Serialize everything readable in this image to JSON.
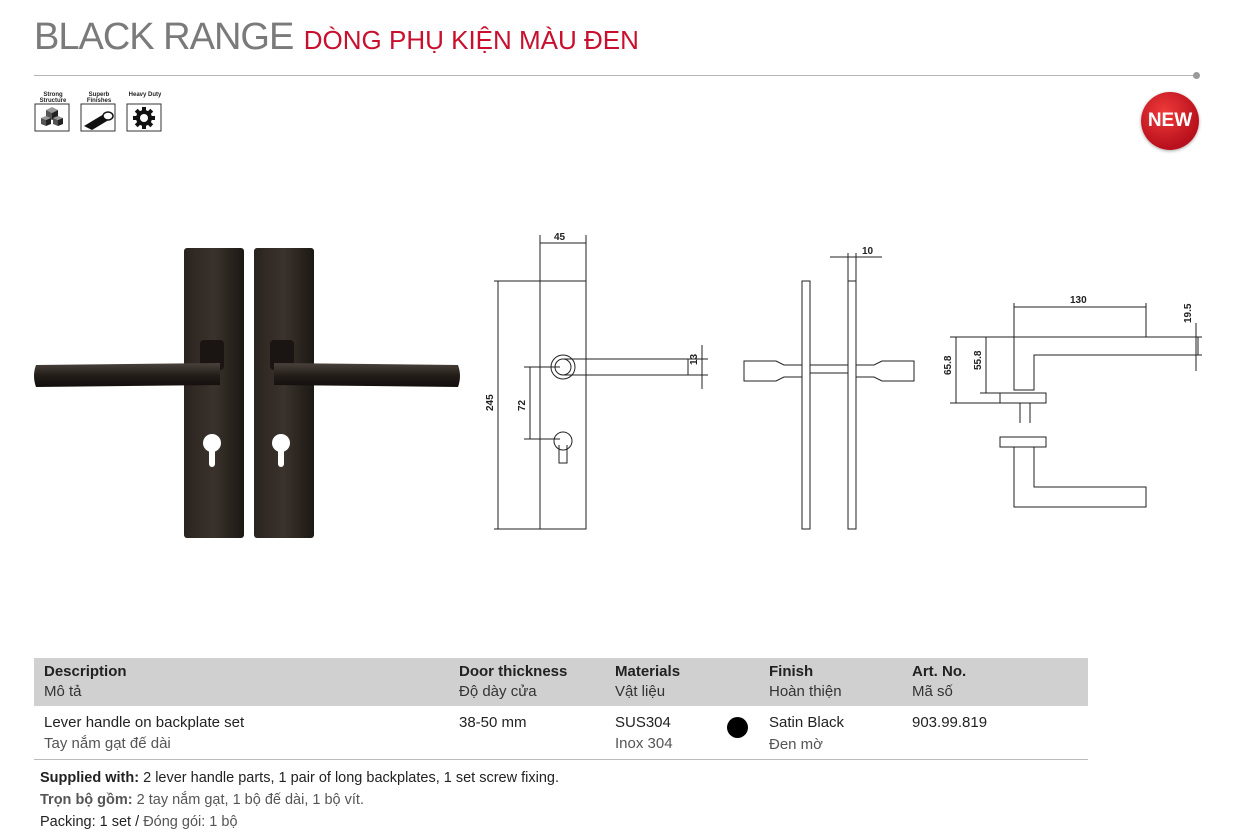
{
  "header": {
    "title": "BLACK RANGE",
    "subtitle": "DÒNG PHỤ KIỆN MÀU ĐEN",
    "new_badge": "NEW"
  },
  "badges": [
    {
      "label1": "Strong",
      "label2": "Structure",
      "icon": "cubes-icon"
    },
    {
      "label1": "Superb",
      "label2": "Finishes",
      "icon": "roller-icon"
    },
    {
      "label1": "Heavy Duty",
      "label2": "",
      "icon": "gear-icon"
    }
  ],
  "dimensions": {
    "plate_width": "45",
    "plate_height": "245",
    "handle_to_key": "72",
    "lever_thickness": "13",
    "plate_thickness": "10",
    "lever_length": "130",
    "lever_depth": "19.5",
    "projection": "65.8",
    "projection_inner": "55.8"
  },
  "table": {
    "headers": [
      {
        "en": "Description",
        "vi": "Mô tả"
      },
      {
        "en": "Door thickness",
        "vi": "Độ dày cửa"
      },
      {
        "en": "Materials",
        "vi": "Vật liệu"
      },
      {
        "en": "Finish",
        "vi": "Hoàn thiện"
      },
      {
        "en": "Art. No.",
        "vi": "Mã số"
      }
    ],
    "row": {
      "description_en": "Lever handle on backplate set",
      "description_vi": "Tay nắm gạt đế dài",
      "door_thickness": "38-50 mm",
      "material_en": "SUS304",
      "material_vi": "Inox 304",
      "finish_en": "Satin Black",
      "finish_vi": "Đen mờ",
      "finish_color": "#000000",
      "art_no": "903.99.819"
    }
  },
  "notes": {
    "supplied_label": "Supplied with:",
    "supplied_text": " 2 lever handle parts, 1 pair of long backplates, 1 set screw fixing.",
    "tron_label": "Trọn bộ gồm:",
    "tron_text": " 2 tay nắm gạt, 1 bộ đế dài, 1 bộ vít.",
    "packing_label": "Packing:",
    "packing_text": " 1 set / ",
    "packing_vi": "Đóng gói: 1 bộ"
  }
}
